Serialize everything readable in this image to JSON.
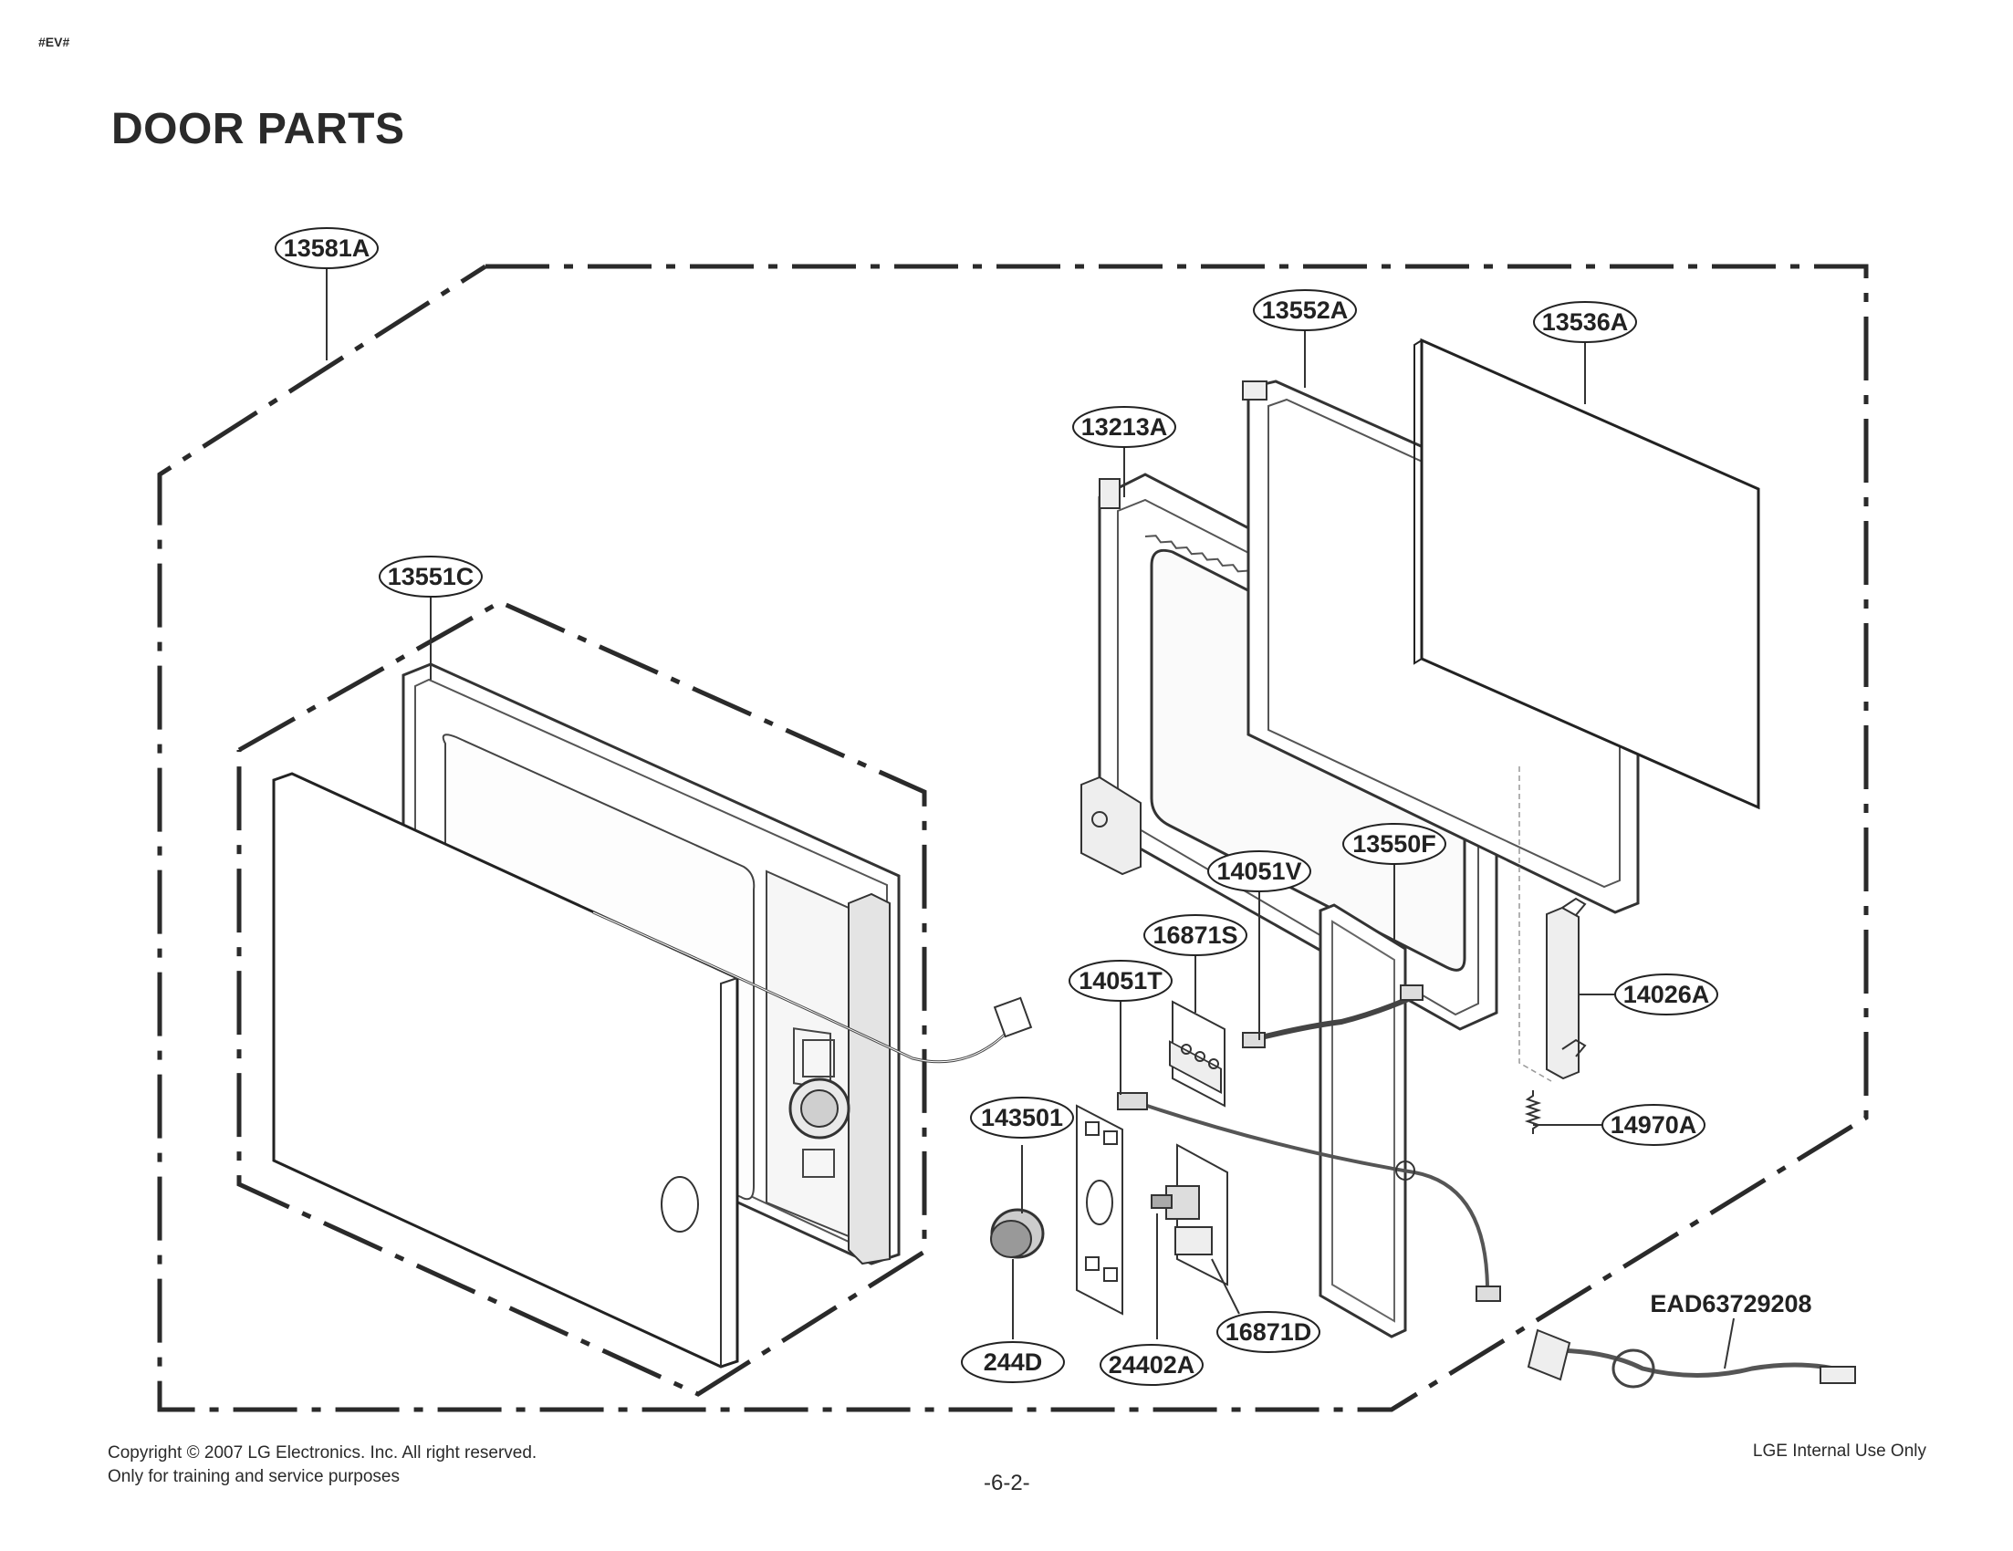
{
  "header": {
    "doc_tag": "#EV#",
    "title": "DOOR PARTS"
  },
  "parts": {
    "p13581A": "13581A",
    "p13552A": "13552A",
    "p13536A": "13536A",
    "p13213A": "13213A",
    "p13551C": "13551C",
    "p13550F": "13550F",
    "p14051V": "14051V",
    "p16871S": "16871S",
    "p14051T": "14051T",
    "p14026A": "14026A",
    "p143501": "143501",
    "p14970A": "14970A",
    "p244D": "244D",
    "p24402A": "24402A",
    "p16871D": "16871D",
    "pEAD": "EAD63729208"
  },
  "footer": {
    "copyright": "Copyright © 2007 LG Electronics. Inc. All right reserved.",
    "purpose": "Only for training and service purposes",
    "page_number": "-6-2-",
    "internal": "LGE Internal Use Only"
  }
}
